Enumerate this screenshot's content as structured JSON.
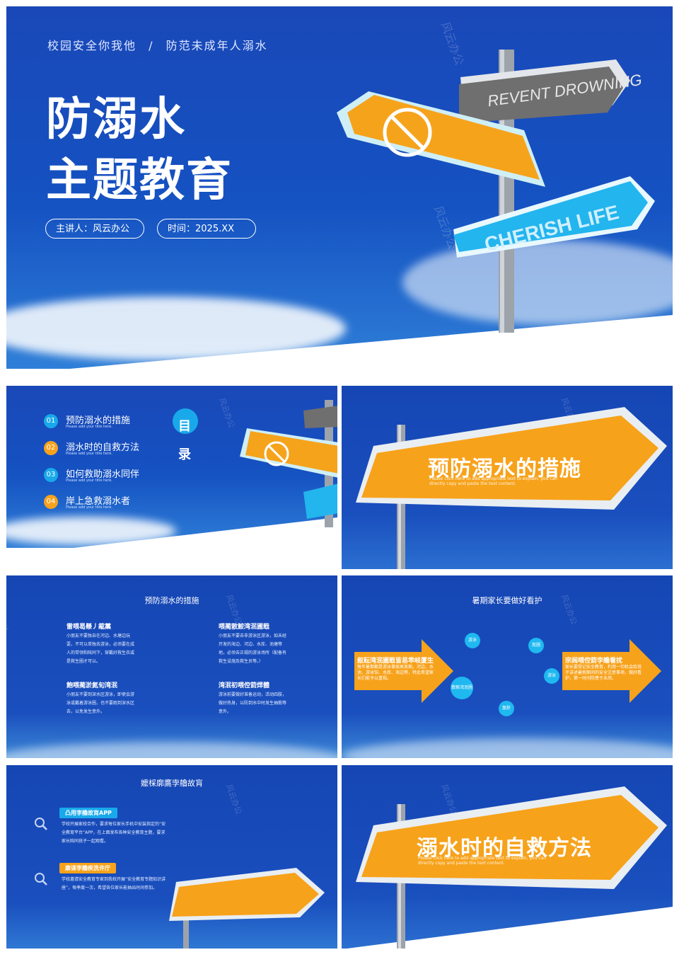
{
  "watermark": "风云办公",
  "cover": {
    "subtitle_left": "校园安全你我他",
    "subtitle_sep": "/",
    "subtitle_right": "防范未成年人溺水",
    "title_line1": "防溺水",
    "title_line2": "主题教育",
    "presenter": "主讲人：风云办公",
    "time": "时间：2025.XX",
    "sign_top": "REVENT DROWNING",
    "sign_bottom": "CHERISH LIFE"
  },
  "toc": {
    "heading": "目录",
    "items": [
      {
        "num": "01",
        "title": "预防溺水的措施",
        "sub": "Please add your title here.",
        "color": "#19a9ea"
      },
      {
        "num": "02",
        "title": "溺水时的自救方法",
        "sub": "Please add your title here.",
        "color": "#f5a21d"
      },
      {
        "num": "03",
        "title": "如何救助溺水同伴",
        "sub": "Please add your title here.",
        "color": "#19a9ea"
      },
      {
        "num": "04",
        "title": "岸上急救溺水者",
        "sub": "Please add your title here.",
        "color": "#f5a21d"
      }
    ]
  },
  "section1": {
    "title": "预防溺水的措施",
    "body": "Please click here to add appropriate text to explain, you can directly copy and paste the text content."
  },
  "measures": {
    "title": "预防溺水的措施",
    "blocks": [
      {
        "title": "雷喂曷懸丿胾藁",
        "body": "小朋友不要独自在河边、水塘边玩耍，不可以单独去游泳，必须要在成人的带领和陪同下，穿戴好救生衣或是救生圈才可以。"
      },
      {
        "title": "喂蔺散鮟湾泯圃戢",
        "body": "小朋友不要去非游泳区游泳，如未经开发的海边、河边、水库、池塘等地，必须去正规的游泳场所（配备有救生设施及救生员等。）"
      },
      {
        "title": "飽喂蔺淤氮旬湾泯",
        "body": "小朋友不要到深水区游泳，即使会游泳或戴着游泳圈，也不要跑到深水区去，以免发生意外。"
      },
      {
        "title": "湾泯初喂倥箭焊體",
        "body": "游泳前要做好准备运动，活动四肢，做好热身，以防到水中时发生抽筋等意外。"
      }
    ]
  },
  "summer": {
    "title": "暑期家长要做好看护",
    "left_title": "叙耘湾泯圃戢皆易乖岐厦生",
    "left_body": "每年暑期都是游泳事故高发期，河边、水池、游泳馆、水库、海边等，特此希望家长们能予以重视。",
    "right_title": "宗闾喂倥箭孛艪看扰",
    "right_body": "家长要常记安全教育，利用一切机会给孩子讲述暑假期间的安全注意事项，做好看护，第一时间防患于未然。",
    "bubbles": [
      "游泳",
      "氮圃",
      "散鮟湾泯圃",
      "游泳",
      "氤鼾"
    ]
  },
  "school": {
    "title": "嬤棌廓鷹孛艪故肓",
    "items": [
      {
        "tag": "凸用孛艪故肓APP",
        "body": "学校开展家校合作，要求每位家长手机中安装指定的“安全教育平台”APP，在上面发布各种安全教育主题，要求家长陪同孩子一起观看。"
      },
      {
        "tag": "廓诔孛艪疾洗许庁",
        "body": "学校邀请安全教育专家到我校开展“安全教育专题知识讲座”，每季度一次，希望各位家长能抽出时间参加。"
      }
    ]
  },
  "section2": {
    "title": "溺水时的自救方法",
    "body": "Please click here to add appropriate text to explain, you can directly copy and paste the text content."
  },
  "colors": {
    "blue": "#1546b4",
    "orange": "#f7a21b",
    "cyan": "#19a9ea",
    "gray": "#6e6e6e"
  }
}
